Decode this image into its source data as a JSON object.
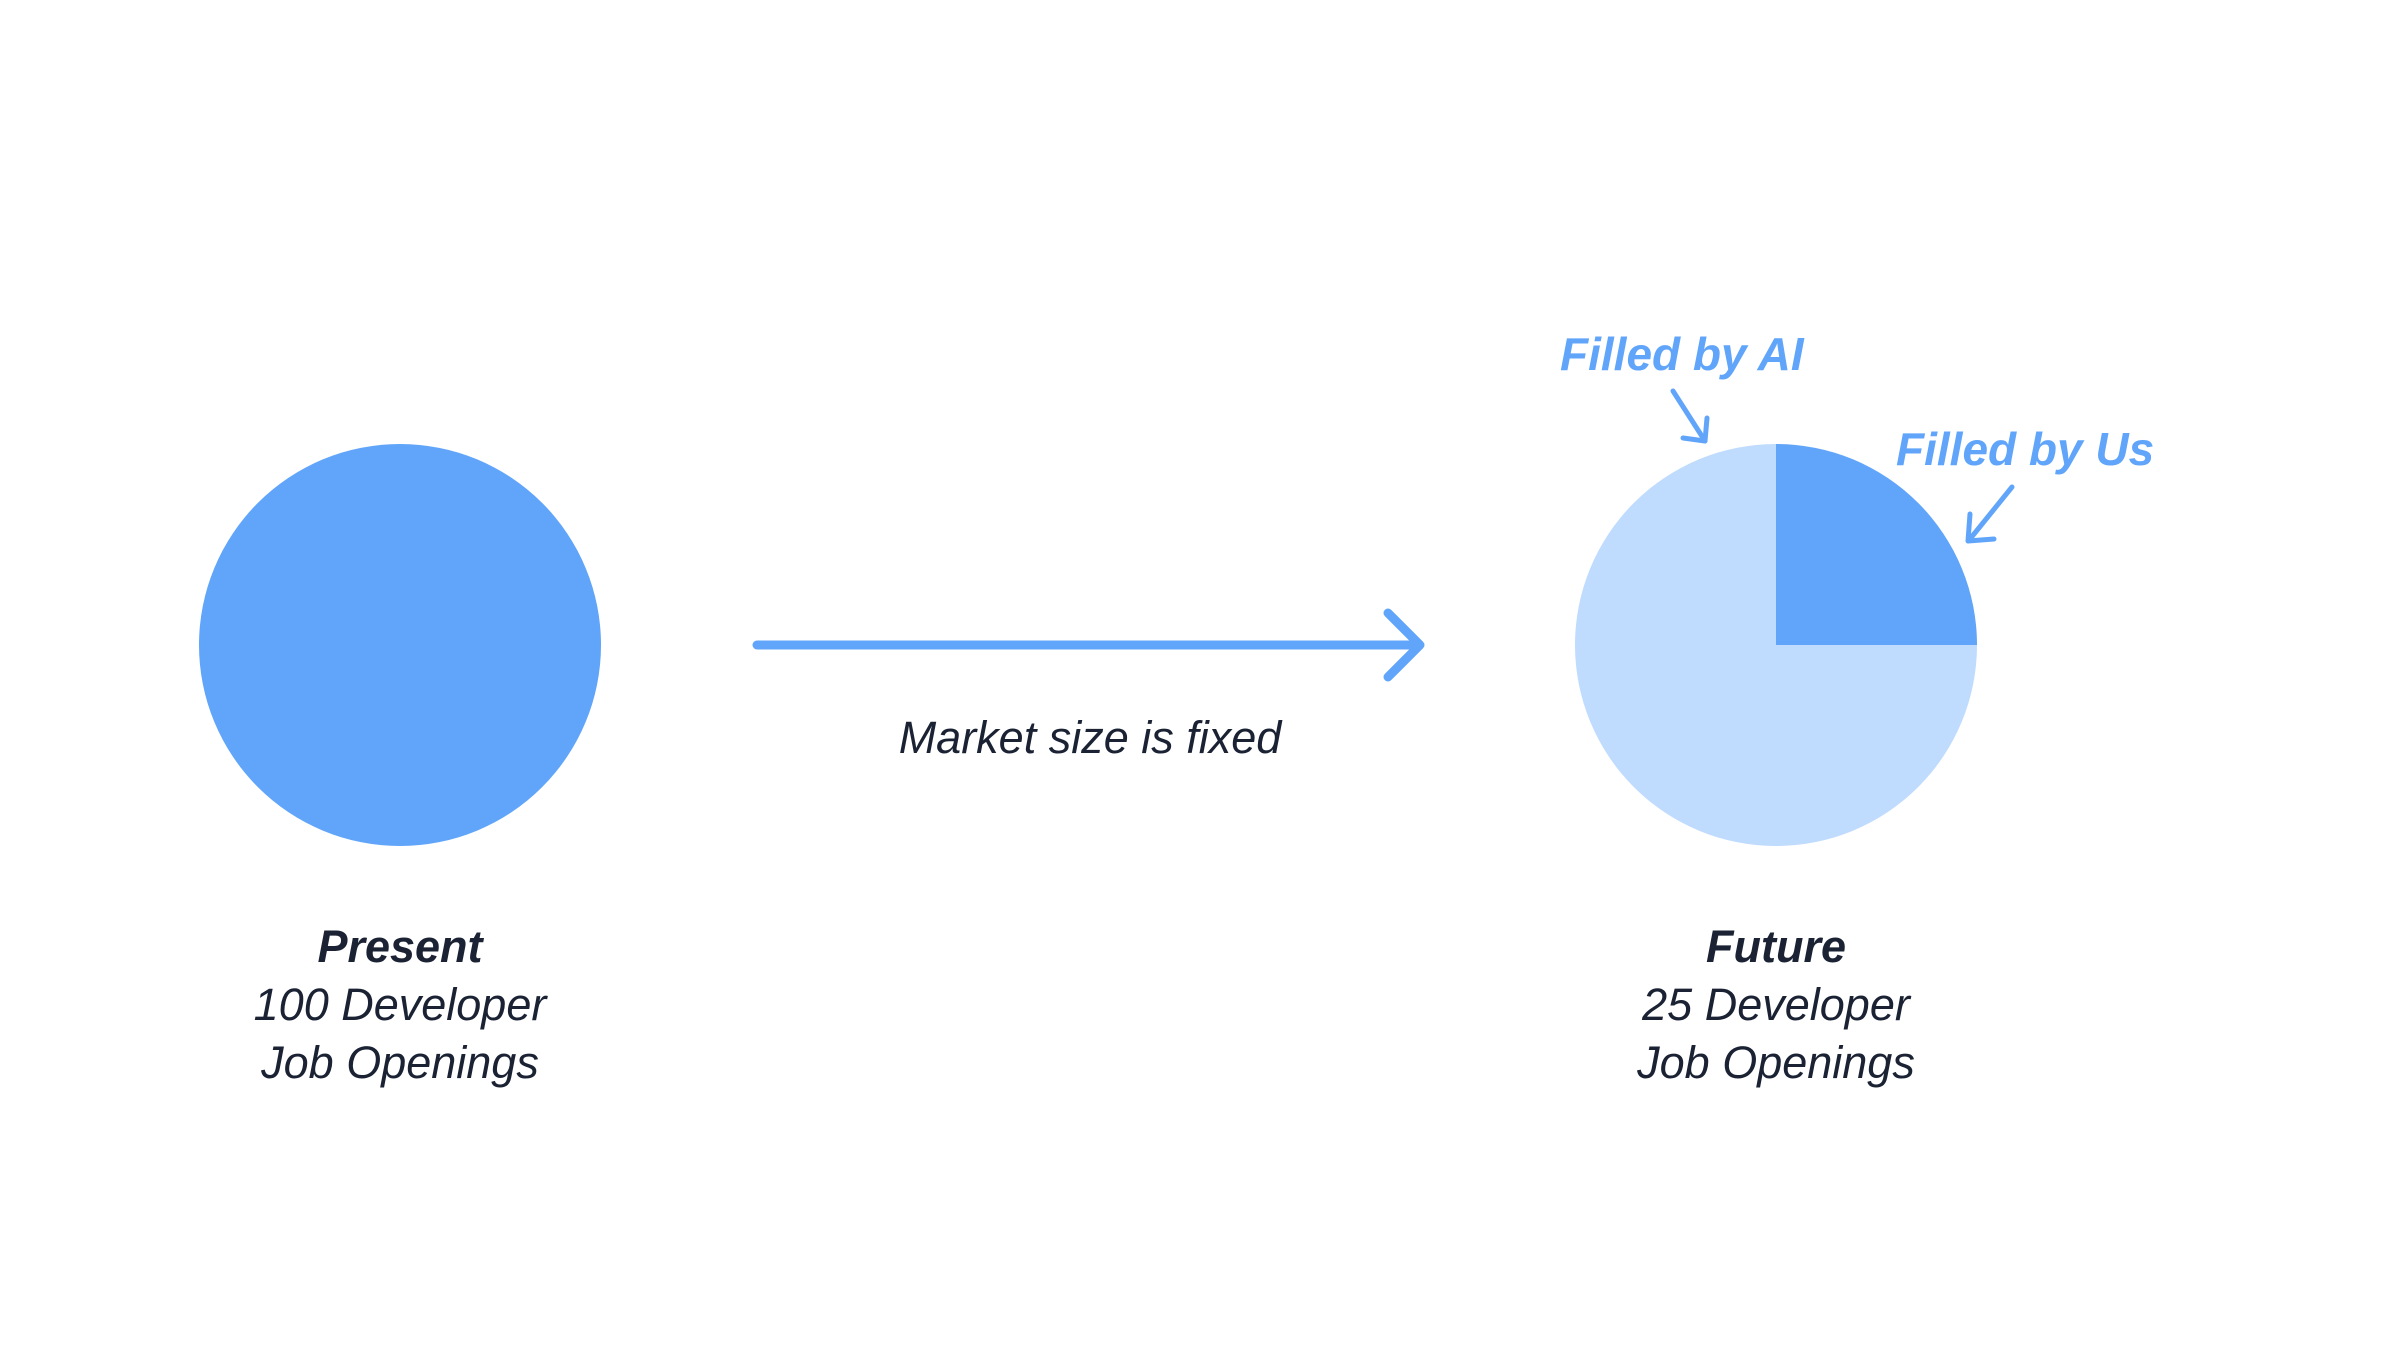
{
  "colors": {
    "primary": "#60a5fa",
    "light": "#bfdbfe",
    "text": "#1a2233"
  },
  "present": {
    "title": "Present",
    "line1": "100 Developer",
    "line2": "Job Openings",
    "openings": 100
  },
  "future": {
    "title": "Future",
    "line1": "25 Developer",
    "line2": "Job Openings",
    "openings": 25
  },
  "arrow": {
    "label": "Market size is fixed"
  },
  "annotations": {
    "ai": "Filled by AI",
    "us": "Filled by Us"
  },
  "chart_data": {
    "type": "pie",
    "categories": [
      "Filled by Us",
      "Filled by AI"
    ],
    "values": [
      25,
      75
    ]
  }
}
